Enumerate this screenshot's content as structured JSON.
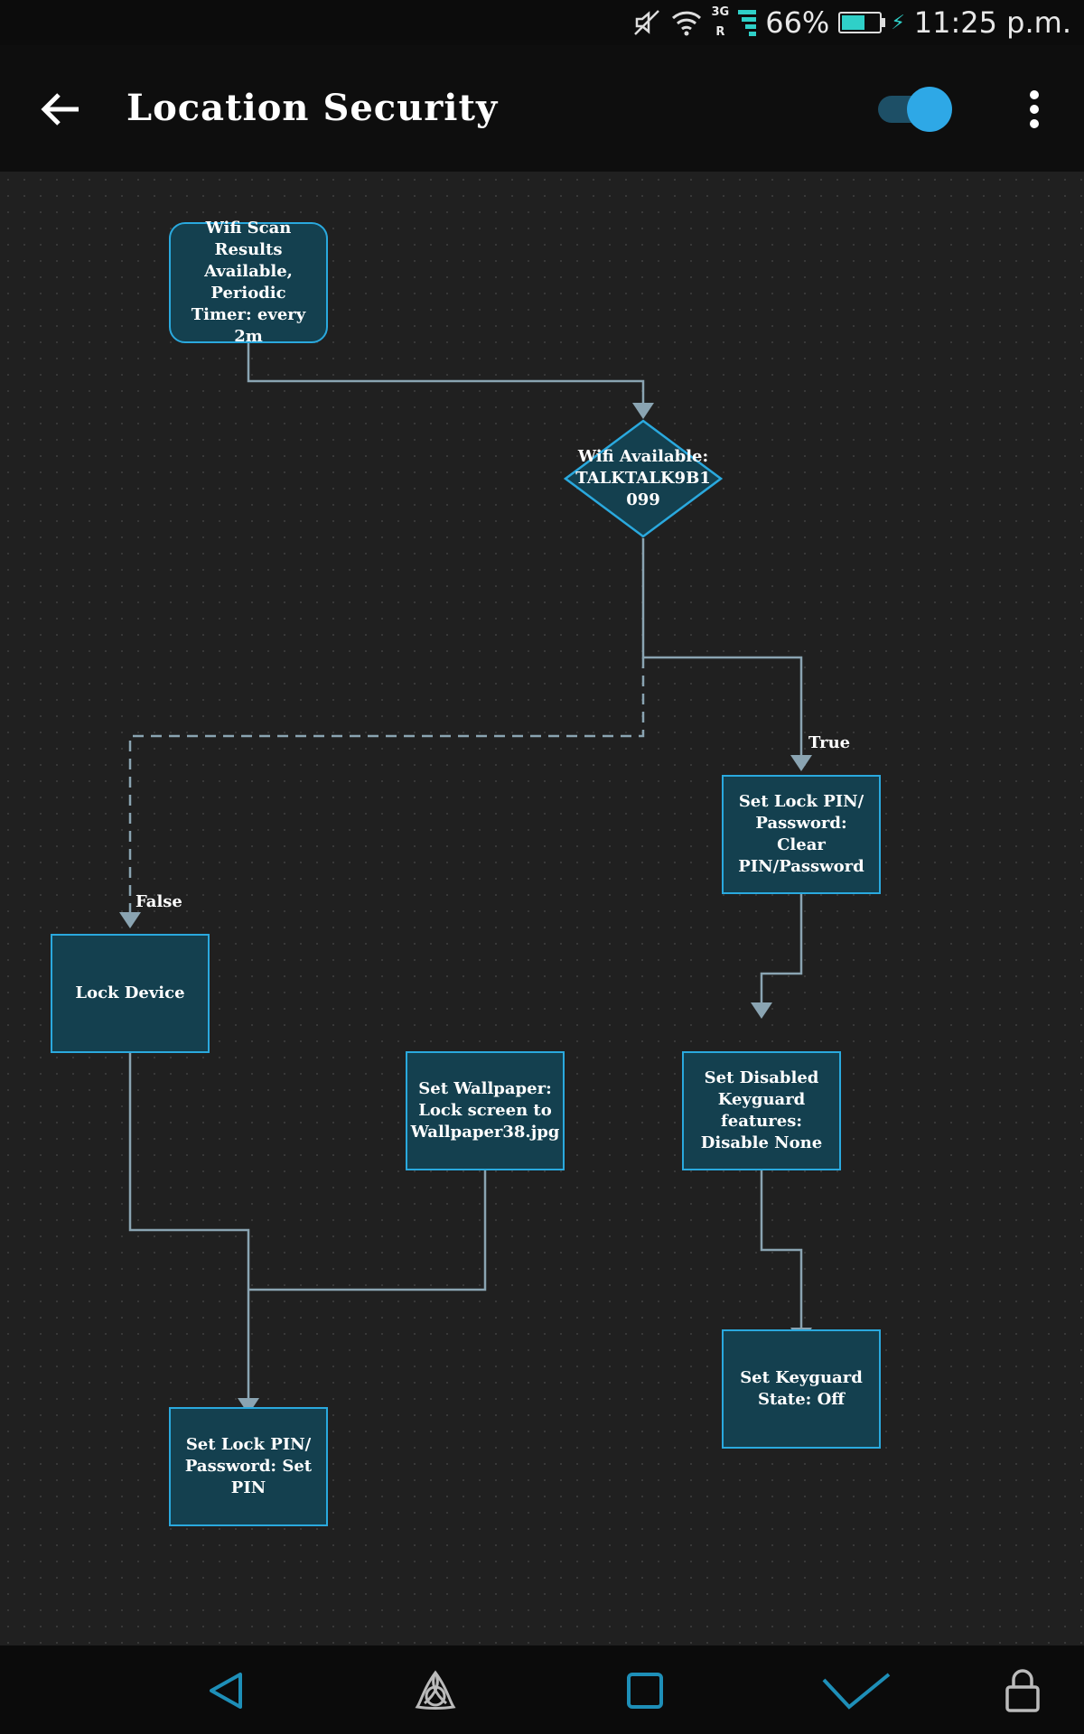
{
  "status_bar": {
    "network_type": "3G",
    "roaming": "R",
    "battery_percent": "66%",
    "battery_level": 0.66,
    "time": "11:25 p.m.",
    "icons": [
      "muted-icon",
      "wifi-icon",
      "signal-icon",
      "battery-icon",
      "charging-icon"
    ]
  },
  "app_bar": {
    "title": "Location Security",
    "toggle_on": true,
    "icons": [
      "back-arrow-icon",
      "overflow-menu-icon"
    ]
  },
  "flow": {
    "nodes": {
      "trigger": "Wifi Scan Results Available, Periodic Timer: every 2m",
      "condition": "Wifi Available: TALKTALK9B1 099",
      "lock_device": "Lock Device",
      "set_lock_clear": "Set Lock PIN/ Password: Clear PIN/Password",
      "set_wallpaper": "Set Wallpaper: Lock screen to Wallpaper38.jpg",
      "disabled_keyguard": "Set Disabled Keyguard features: Disable None",
      "set_lock_pin": "Set Lock PIN/ Password: Set PIN",
      "keyguard_off": "Set Keyguard State: Off"
    },
    "labels": {
      "true": "True",
      "false": "False"
    }
  },
  "colors": {
    "node_fill": "#14404f",
    "node_border": "#2aa9de",
    "connector": "#8aa4b2",
    "toggle_accent": "#2ea8e6",
    "nav_accent": "#1e8fb8"
  },
  "bottom_nav": {
    "icons": [
      "back-triangle-icon",
      "triquetra-icon",
      "square-icon",
      "checkmark-icon",
      "lock-icon"
    ]
  }
}
